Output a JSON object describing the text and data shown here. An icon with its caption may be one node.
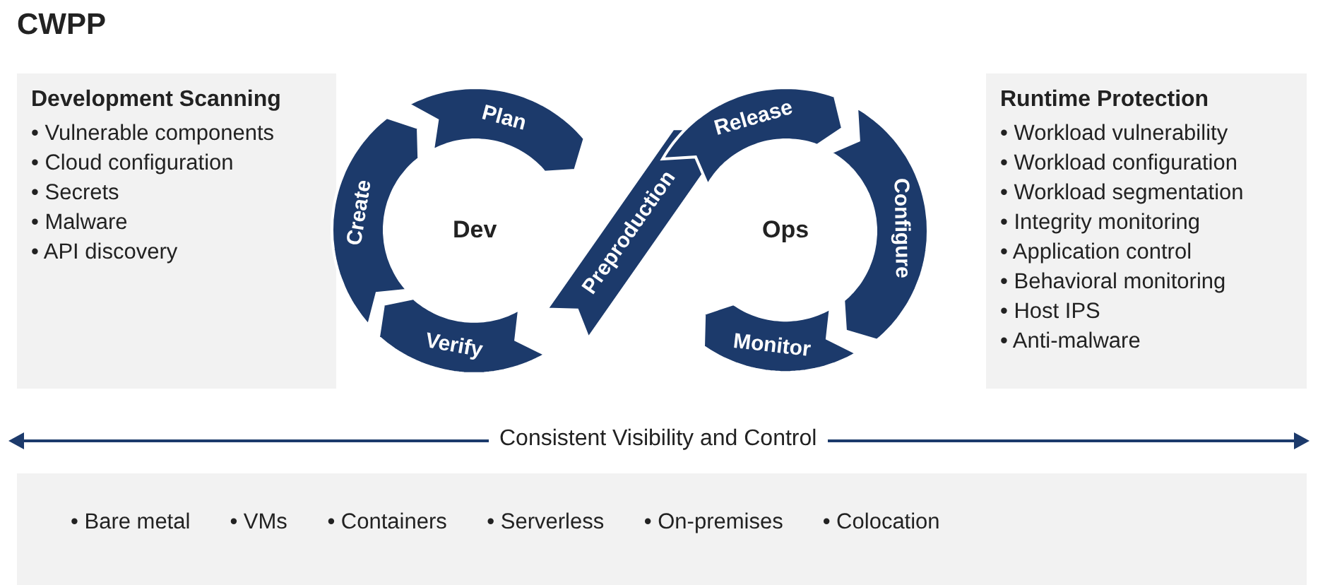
{
  "diagram": {
    "title": "CWPP",
    "nodes": [
      {
        "text": [
          "Development Scanning",
          "• Vulnerable components",
          "• Cloud configuration",
          "• Secrets",
          "• Malware",
          "• API discovery"
        ]
      },
      {
        "text": [
          "Create"
        ]
      },
      {
        "text": [
          "Plan"
        ]
      },
      {
        "text": [
          "Verify"
        ]
      },
      {
        "text": [
          "Preproduction"
        ]
      },
      {
        "text": [
          "Release"
        ]
      },
      {
        "text": [
          "Configure"
        ]
      },
      {
        "text": [
          "Monitor"
        ]
      },
      {
        "text": [
          "Runtime Protection",
          "• Workload vulnerability",
          "• Workload configuration",
          "• Workload segmentation",
          "• Integrity monitoring",
          "• Application control",
          "• Behavioral monitoring",
          "• Host IPS",
          "• Anti-malware"
        ]
      },
      {
        "text": [
          "• Bare metal",
          "• VMs",
          "• Containers",
          "• Serverless",
          "• On-premises",
          "• Colocation"
        ]
      }
    ],
    "labels": [
      "Dev",
      "Ops",
      "Consistent Visibility and Control"
    ]
  }
}
